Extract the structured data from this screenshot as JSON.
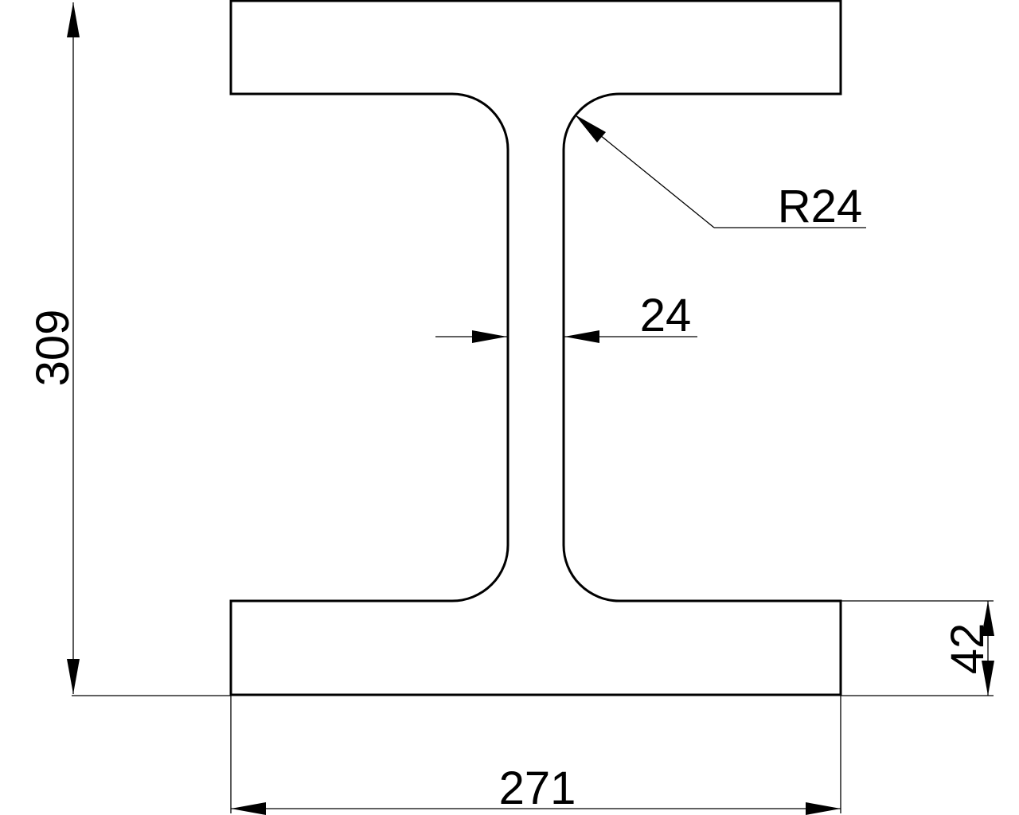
{
  "drawing": {
    "subject": "I-beam cross-section",
    "line_color": "#000000",
    "background_color": "#ffffff"
  },
  "dimensions": {
    "total_height": "309",
    "flange_width": "271",
    "flange_thickness": "42",
    "web_thickness": "24",
    "fillet_radius": "R24"
  }
}
